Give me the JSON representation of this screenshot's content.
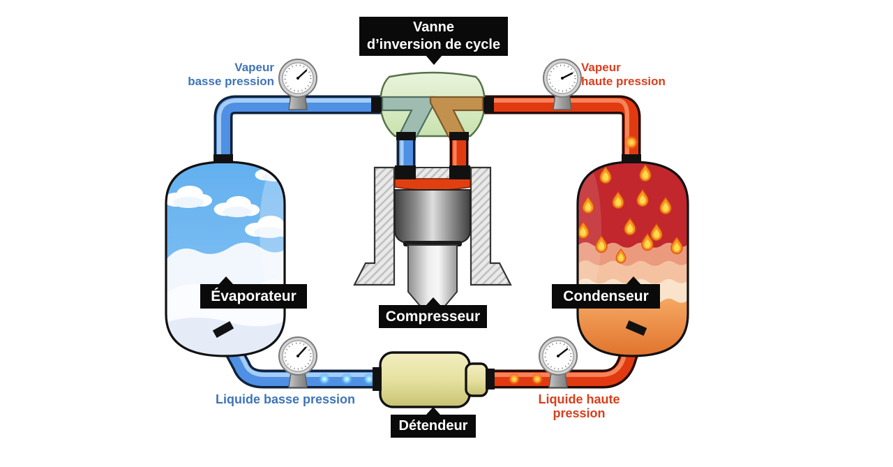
{
  "labels": {
    "valve_line1": "Vanne",
    "valve_line2": "d’inversion de cycle",
    "evaporator": "Évaporateur",
    "condenser": "Condenseur",
    "compressor": "Compresseur",
    "expansion_valve": "Détendeur"
  },
  "flow_labels": {
    "vapor_low_1": "Vapeur",
    "vapor_low_2": "basse pression",
    "vapor_high_1": "Vapeur",
    "vapor_high_2": "haute pression",
    "liquid_low": "Liquide basse pression",
    "liquid_high": "Liquide haute pression"
  },
  "colors": {
    "background": "#ffffff",
    "label_bg": "#0a0a0a",
    "label_text": "#ffffff",
    "low_pressure_pipe": "#4f90e4",
    "low_pressure_highlight": "#a6cdf4",
    "high_pressure_pipe": "#e23a10",
    "high_pressure_highlight": "#f5845a",
    "low_pressure_text": "#3e74b6",
    "high_pressure_text": "#d93e1c",
    "valve_body": "#dcedca",
    "valve_passage_left": "#9fbcb0",
    "valve_passage_right": "#c2914e",
    "evaporator_sky": "#6ab4f0",
    "condenser_red": "#c1272d",
    "condenser_orange": "#e0722a",
    "expansion_body_light": "#efeab2",
    "compressed_gas": "#e04010"
  },
  "gauges": [
    {
      "name": "vapor-low-pressure-gauge"
    },
    {
      "name": "vapor-high-pressure-gauge"
    },
    {
      "name": "liquid-low-pressure-gauge"
    },
    {
      "name": "liquid-high-pressure-gauge"
    }
  ]
}
